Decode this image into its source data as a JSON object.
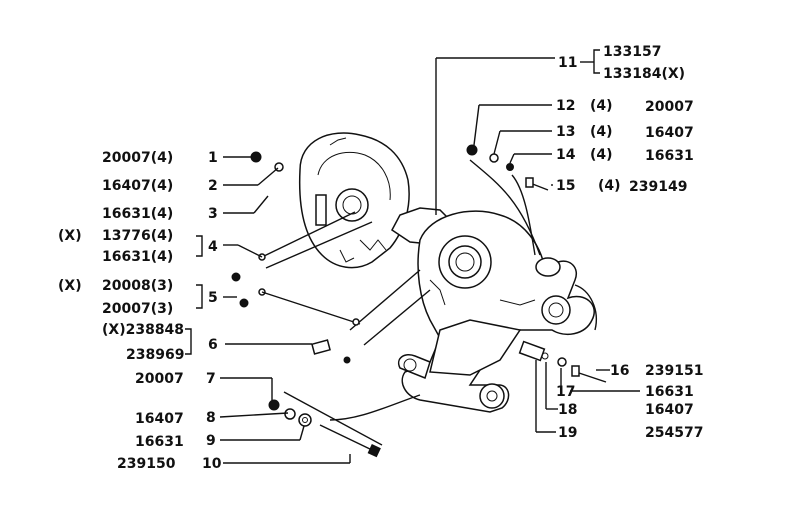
{
  "labels": {
    "l1": "20007(4)",
    "n1": "1",
    "l2": "16407(4)",
    "n2": "2",
    "l3": "16631(4)",
    "n3": "3",
    "x4": "(X)",
    "l4a": "13776(4)",
    "l4b": "16631(4)",
    "n4": "4",
    "x5": "(X)",
    "l5a": "20008(3)",
    "l5b": "20007(3)",
    "n5": "5",
    "l6a": "(X)238848",
    "l6b": "238969",
    "n6": "6",
    "l7": "20007",
    "n7": "7",
    "l8": "16407",
    "n8": "8",
    "l9": "16631",
    "n9": "9",
    "l10": "239150",
    "n10": "10",
    "n11": "11",
    "l11a": "133157",
    "l11b": "133184(X)",
    "n12": "12",
    "q12": "(4)",
    "l12": "20007",
    "n13": "13",
    "q13": "(4)",
    "l13": "16407",
    "n14": "14",
    "q14": "(4)",
    "l14": "16631",
    "n15": "15",
    "q15": "(4)",
    "l15": "239149",
    "n16": "16",
    "l16": "239151",
    "n17": "17",
    "l17": "16631",
    "n18": "18",
    "l18": "16407",
    "n19": "19",
    "l19": "254577"
  }
}
